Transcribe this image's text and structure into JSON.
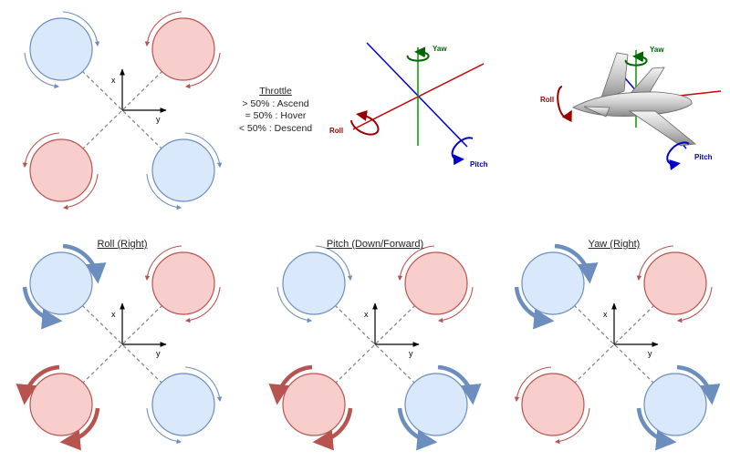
{
  "throttle": {
    "title": "Throttle",
    "lines": [
      "> 50% : Ascend",
      "= 50% : Hover",
      "< 50% : Descend"
    ]
  },
  "axes": {
    "x": "x",
    "y": "y"
  },
  "rotation_labels": {
    "roll": "Roll",
    "yaw": "Yaw",
    "pitch": "Pitch"
  },
  "maneuvers": [
    {
      "title": "Roll (Right)"
    },
    {
      "title": "Pitch (Down/Forward)"
    },
    {
      "title": "Yaw (Right)"
    }
  ],
  "colors": {
    "blue_fill": "#dae8fc",
    "blue_stroke": "#6c8ebf",
    "red_fill": "#f8cecc",
    "red_stroke": "#b85450",
    "roll": "#990000",
    "yaw": "#006600",
    "pitch": "#0000cc"
  }
}
